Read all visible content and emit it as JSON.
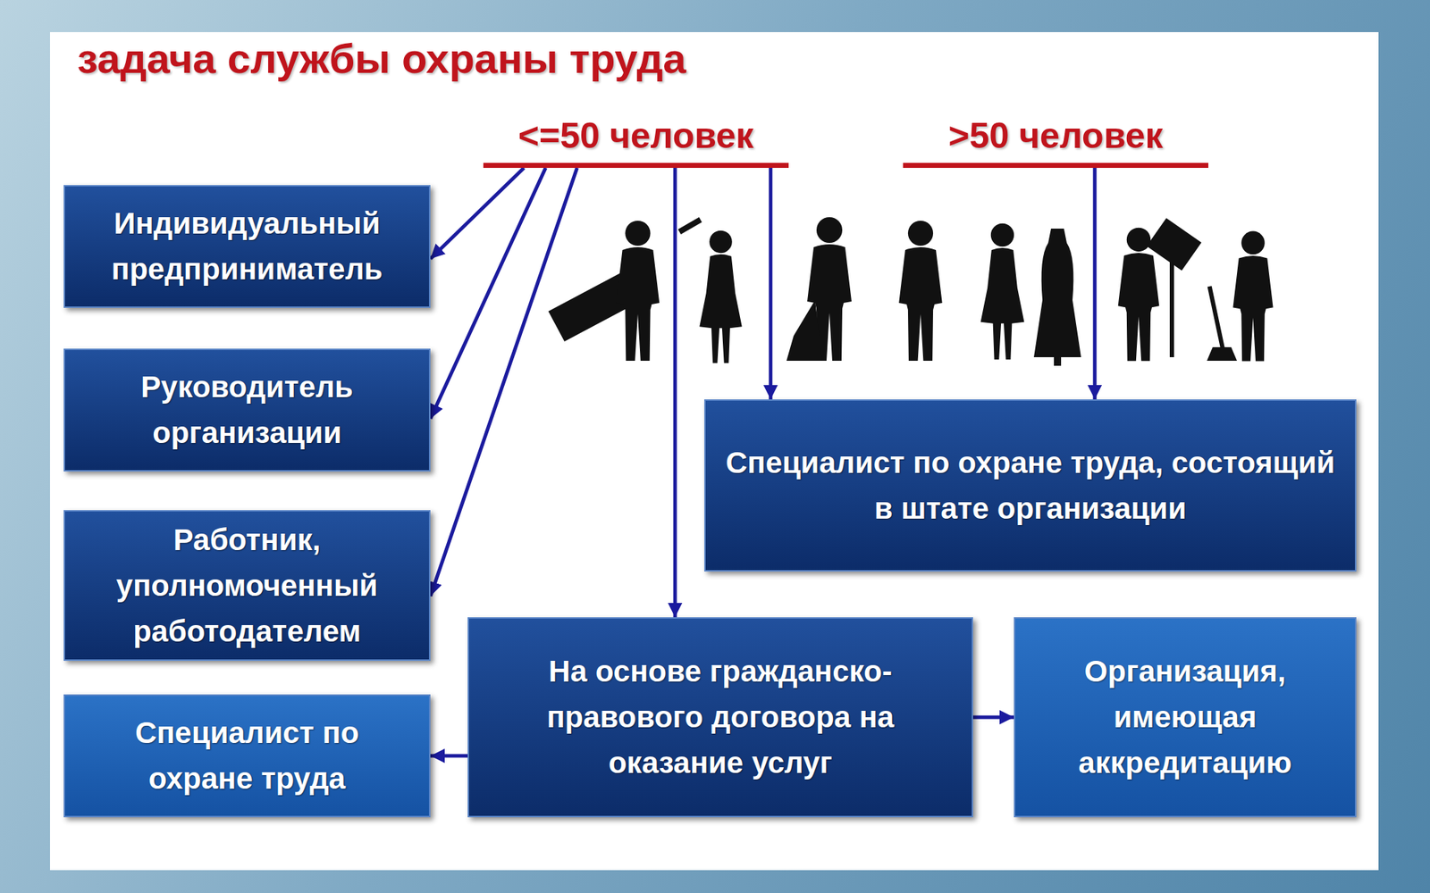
{
  "diagram": {
    "title": "задача службы охраны труда",
    "nodes": [
      {
        "text": [
          "<=50 человек"
        ]
      },
      {
        "text": [
          ">50 человек"
        ]
      },
      {
        "text": [
          "Индивидуальный предприниматель"
        ]
      },
      {
        "text": [
          "Руководитель организации"
        ]
      },
      {
        "text": [
          "Работник, уполномоченный работодателем"
        ]
      },
      {
        "text": [
          "Специалист по охране труда"
        ]
      },
      {
        "text": [
          "Специалист по охране труда, состоящий в штате организации"
        ]
      },
      {
        "text": [
          "На основе гражданско-правового договора на оказание услуг"
        ]
      },
      {
        "text": [
          "Организация, имеющая аккредитацию"
        ]
      }
    ],
    "edges": [
      {
        "from": 0,
        "to": 2,
        "arrow": "to"
      },
      {
        "from": 0,
        "to": 3,
        "arrow": "to"
      },
      {
        "from": 0,
        "to": 4,
        "arrow": "to"
      },
      {
        "from": 0,
        "to": 7,
        "arrow": "to"
      },
      {
        "from": 0,
        "to": 6,
        "arrow": "to"
      },
      {
        "from": 1,
        "to": 6,
        "arrow": "to"
      },
      {
        "from": 7,
        "to": 5,
        "arrow": "to"
      },
      {
        "from": 7,
        "to": 8,
        "arrow": "to"
      }
    ]
  }
}
